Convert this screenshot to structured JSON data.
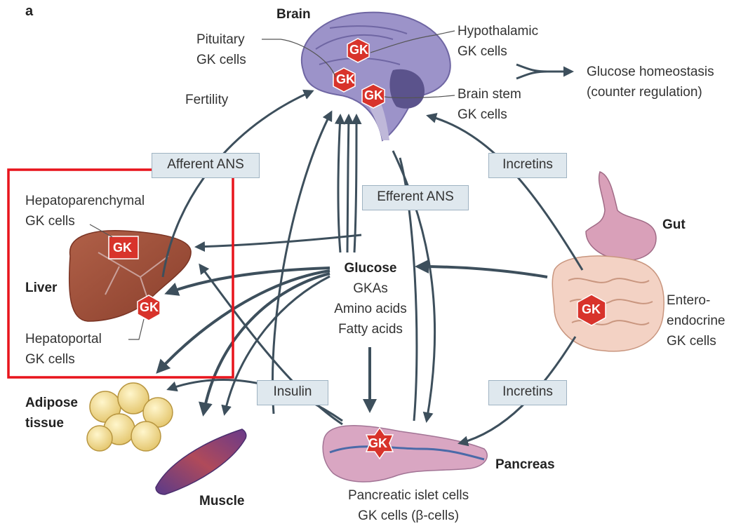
{
  "panel_letter": "a",
  "organs": {
    "brain": "Brain",
    "liver": "Liver",
    "gut": "Gut",
    "adipose": [
      "Adipose",
      "tissue"
    ],
    "muscle": "Muscle",
    "pancreas": "Pancreas"
  },
  "cells": {
    "pituitary": [
      "Pituitary",
      "GK cells"
    ],
    "hypothalamic": [
      "Hypothalamic",
      "GK cells"
    ],
    "brainstem": [
      "Brain stem",
      "GK cells"
    ],
    "hepatoparenchymal": [
      "Hepatoparenchymal",
      "GK cells"
    ],
    "hepatoportal": [
      "Hepatoportal",
      "GK cells"
    ],
    "enteroendocrine": [
      "Entero-",
      "endocrine",
      "GK cells"
    ],
    "pancreatic": [
      "Pancreatic islet cells",
      "GK cells (β-cells)"
    ]
  },
  "outcomes": {
    "fertility": "Fertility",
    "glucose_homeostasis": [
      "Glucose homeostasis",
      "(counter regulation)"
    ]
  },
  "signals": {
    "afferent_ans": "Afferent ANS",
    "efferent_ans": "Efferent ANS",
    "incretins_top": "Incretins",
    "incretins_bottom": "Incretins",
    "insulin": "Insulin"
  },
  "nutrients": {
    "title": "Glucose",
    "items": [
      "GKAs",
      "Amino acids",
      "Fatty acids"
    ]
  },
  "gk_label": "GK",
  "highlight_color": "#e8141c",
  "gk_color": "#d8332b",
  "arrow_color": "#3d4f5c"
}
